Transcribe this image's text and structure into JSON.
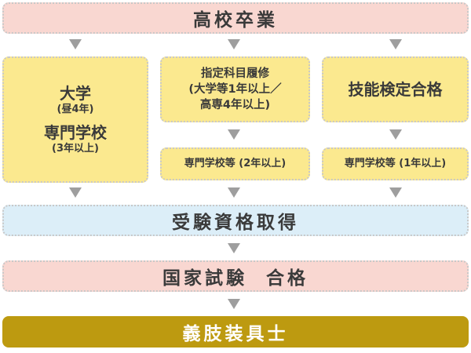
{
  "top": {
    "label": "高校卒業"
  },
  "col1": {
    "line1": "大学",
    "line2": "(昼4年)",
    "line3": "専門学校",
    "line4": "(3年以上)"
  },
  "col2": {
    "line1": "指定科目履修",
    "line2": "(大学等1年以上／",
    "line3": "高専4年以上)",
    "sub": "専門学校等 (2年以上)"
  },
  "col3": {
    "main": "技能検定合格",
    "sub": "専門学校等 (1年以上)"
  },
  "qualify": {
    "label": "受験資格取得"
  },
  "exam": {
    "label": "国家試験  合格"
  },
  "result": {
    "label": "義肢装具士"
  },
  "colors": {
    "pink": "#f9d7d1",
    "blue": "#dceef8",
    "yellow": "#fbe98f",
    "gold": "#bd9a10",
    "arrow": "#9e9e9e"
  }
}
